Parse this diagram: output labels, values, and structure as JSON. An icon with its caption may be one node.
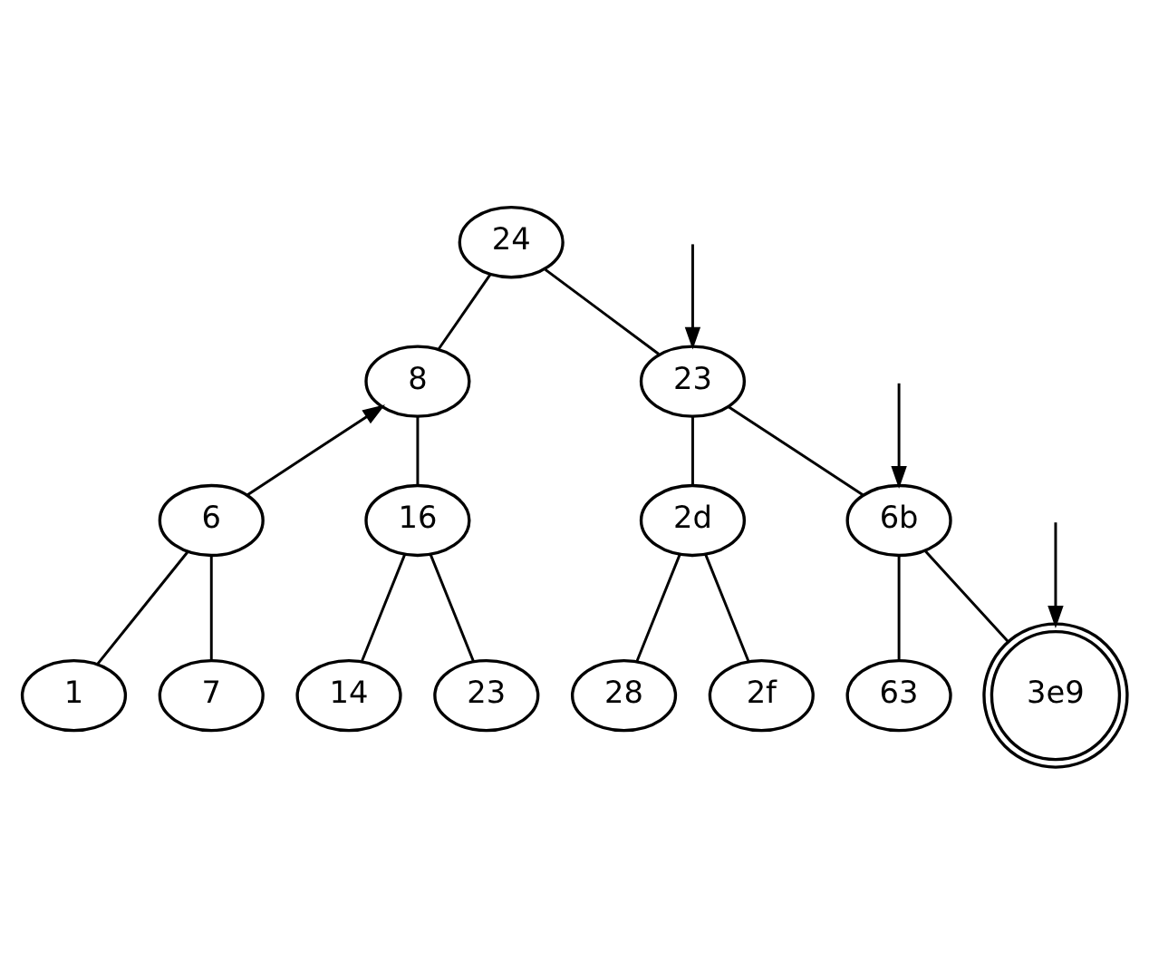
{
  "diagram": {
    "nodes": [
      {
        "text": [
          "24"
        ]
      },
      {
        "text": [
          "8"
        ]
      },
      {
        "text": [
          "23"
        ]
      },
      {
        "text": [
          "6"
        ]
      },
      {
        "text": [
          "16"
        ]
      },
      {
        "text": [
          "2d"
        ]
      },
      {
        "text": [
          "6b"
        ]
      },
      {
        "text": [
          "1"
        ]
      },
      {
        "text": [
          "7"
        ]
      },
      {
        "text": [
          "14"
        ]
      },
      {
        "text": [
          "23"
        ]
      },
      {
        "text": [
          "28"
        ]
      },
      {
        "text": [
          "2f"
        ]
      },
      {
        "text": [
          "63"
        ]
      },
      {
        "text": [
          "3e9"
        ]
      }
    ],
    "edges": [
      {
        "from": 0,
        "to": 1,
        "arrow": "none"
      },
      {
        "from": 0,
        "to": 2,
        "arrow": "none"
      },
      {
        "from": 3,
        "to": 1,
        "arrow": "to"
      },
      {
        "from": 1,
        "to": 4,
        "arrow": "none"
      },
      {
        "from": 2,
        "to": 5,
        "arrow": "none"
      },
      {
        "from": 2,
        "to": 6,
        "arrow": "none"
      },
      {
        "from": 3,
        "to": 7,
        "arrow": "none"
      },
      {
        "from": 3,
        "to": 8,
        "arrow": "none"
      },
      {
        "from": 4,
        "to": 9,
        "arrow": "none"
      },
      {
        "from": 4,
        "to": 10,
        "arrow": "none"
      },
      {
        "from": 5,
        "to": 11,
        "arrow": "none"
      },
      {
        "from": 5,
        "to": 12,
        "arrow": "none"
      },
      {
        "from": 6,
        "to": 13,
        "arrow": "none"
      },
      {
        "from": 6,
        "to": 14,
        "arrow": "none"
      },
      {
        "from": null,
        "to": 2,
        "arrow": "to"
      },
      {
        "from": null,
        "to": 6,
        "arrow": "to"
      },
      {
        "from": null,
        "to": 14,
        "arrow": "to"
      }
    ]
  }
}
